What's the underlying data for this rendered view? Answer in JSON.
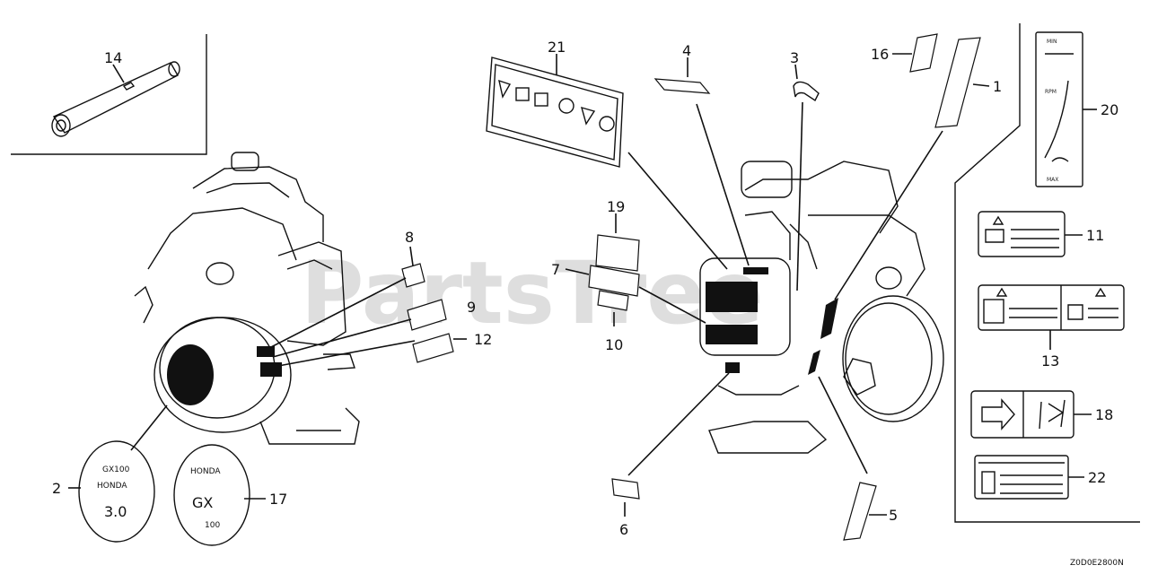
{
  "watermark": "PartsTree",
  "diagram_code": "Z0D0E2800N",
  "callouts": {
    "p1": "1",
    "p2": "2",
    "p3": "3",
    "p4": "4",
    "p5": "5",
    "p6": "6",
    "p7": "7",
    "p8": "8",
    "p9": "9",
    "p10": "10",
    "p11": "11",
    "p12": "12",
    "p13": "13",
    "p14": "14",
    "p16": "16",
    "p17": "17",
    "p18": "18",
    "p19": "19",
    "p20": "20",
    "p21": "21",
    "p22": "22"
  },
  "throttle_label": {
    "min": "MIN",
    "rpm": "RPM",
    "max": "MAX"
  },
  "emblem_2": {
    "line1": "GX100",
    "line2": "HONDA",
    "line3": "3.0"
  },
  "emblem_17": {
    "line1": "HONDA",
    "line2": "GX",
    "line3": "100"
  }
}
